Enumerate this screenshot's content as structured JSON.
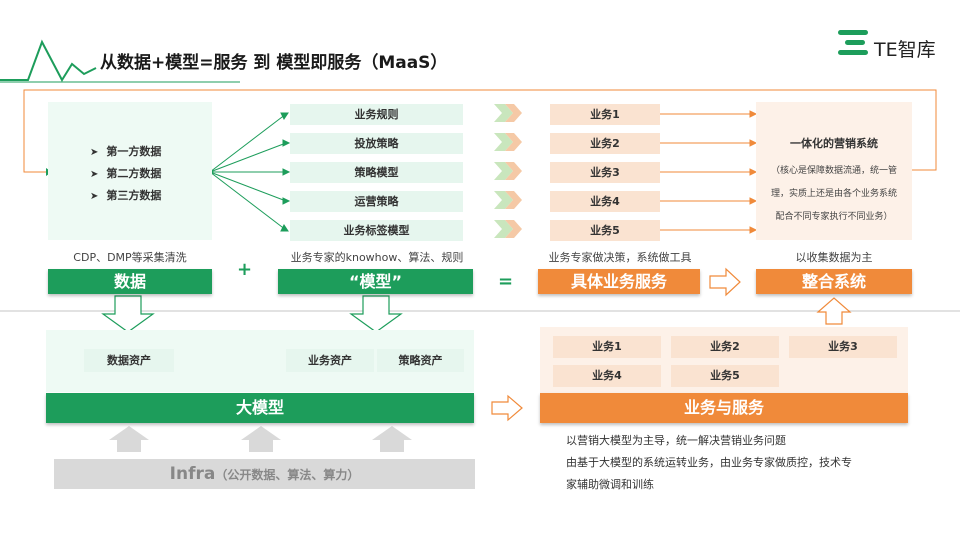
{
  "header": {
    "title": "从数据+模型=服务 到 模型即服务（MaaS）",
    "logo_text": "TE智库"
  },
  "top": {
    "data_list": [
      "第一方数据",
      "第二方数据",
      "第三方数据"
    ],
    "strategies": [
      "业务规则",
      "投放策略",
      "策略模型",
      "运营策略",
      "业务标签模型"
    ],
    "businesses": [
      "业务1",
      "业务2",
      "业务3",
      "业务4",
      "业务5"
    ],
    "integration": {
      "title": "一体化的营销系统",
      "lines": [
        "（核心是保障数据流通，统一管",
        "理，实质上还是由各个业务系统",
        "配合不同专家执行不同业务）"
      ]
    },
    "captions": {
      "data": "CDP、DMP等采集清洗",
      "model": "业务专家的knowhow、算法、规则",
      "service": "业务专家做决策，系统做工具",
      "system": "以收集数据为主"
    },
    "labels": {
      "data": "数据",
      "model": "“模型”",
      "service": "具体业务服务",
      "system": "整合系统"
    },
    "ops": {
      "plus": "+",
      "equals": "="
    }
  },
  "bottom": {
    "assets": [
      "数据资产",
      "业务资产",
      "策略资产"
    ],
    "big_model_label": "大模型",
    "infra_main": "Infra",
    "infra_sub": "（公开数据、算法、算力）",
    "services_grid": [
      "业务1",
      "业务2",
      "业务3",
      "业务4",
      "业务5"
    ],
    "service_label": "业务与服务",
    "notes": [
      "以营销大模型为主导，统一解决营销业务问题",
      "由基于大模型的系统运转业务，由业务专家做质控，技术专",
      "家辅助微调和训练"
    ]
  },
  "colors": {
    "green": "#1d9d5b",
    "orange": "#f08a3a",
    "light_green": "#eefaf4",
    "light_orange": "#fdf1e8",
    "gray": "#d9d9d9"
  },
  "icons": [
    "pulse-line-logo",
    "te-logo-icon",
    "chevron-arrow-icon",
    "hollow-arrow-icon"
  ]
}
